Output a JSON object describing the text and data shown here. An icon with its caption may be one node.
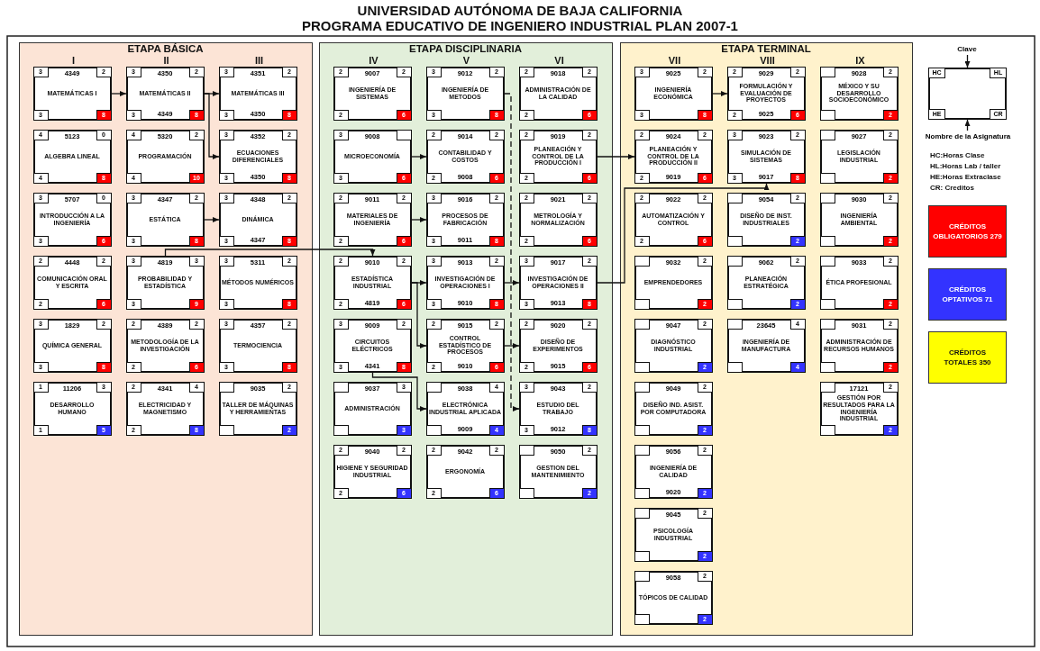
{
  "diagram": {
    "title": "UNIVERSIDAD AUTÓNOMA DE BAJA CALIFORNIA",
    "nodes": [
      {
        "text": [
          "ETAPA BÁSICA",
          "I",
          "II",
          "III"
        ]
      },
      {
        "text": [
          "4349",
          "MATEMÁTICAS I"
        ],
        "in": 0
      },
      {
        "text": [
          "3"
        ],
        "in": 1
      },
      {
        "text": [
          "2"
        ],
        "in": 1
      },
      {
        "text": [
          "3"
        ],
        "in": 1
      },
      {
        "text": [
          "8"
        ],
        "in": 1
      },
      {
        "text": [
          "4350",
          "MATEMÁTICAS II",
          "4349"
        ],
        "in": 0
      },
      {
        "text": [
          "3"
        ],
        "in": 6
      },
      {
        "text": [
          "2"
        ],
        "in": 6
      },
      {
        "text": [
          "3"
        ],
        "in": 6
      },
      {
        "text": [
          "8"
        ],
        "in": 6
      },
      {
        "text": [
          "4351",
          "MATEMÁTICAS III",
          "4350"
        ],
        "in": 0
      },
      {
        "text": [
          "3"
        ],
        "in": 11
      },
      {
        "text": [
          "2"
        ],
        "in": 11
      },
      {
        "text": [
          "3"
        ],
        "in": 11
      },
      {
        "text": [
          "8"
        ],
        "in": 11
      },
      {
        "text": [
          "5123",
          "ALGEBRA LINEAL"
        ],
        "in": 0
      },
      {
        "text": [
          "4"
        ],
        "in": 16
      },
      {
        "text": [
          "0"
        ],
        "in": 16
      },
      {
        "text": [
          "4"
        ],
        "in": 16
      },
      {
        "text": [
          "8"
        ],
        "in": 16
      },
      {
        "text": [
          "5320",
          "PROGRAMACIÓN"
        ],
        "in": 0
      },
      {
        "text": [
          "4"
        ],
        "in": 21
      },
      {
        "text": [
          "2"
        ],
        "in": 21
      },
      {
        "text": [
          "4"
        ],
        "in": 21
      },
      {
        "text": [
          "10"
        ],
        "in": 21
      },
      {
        "text": [
          "4352",
          "ECUACIONES DIFERENCIALES",
          "4350"
        ],
        "in": 0
      },
      {
        "text": [
          "3"
        ],
        "in": 26
      },
      {
        "text": [
          "2"
        ],
        "in": 26
      },
      {
        "text": [
          "3"
        ],
        "in": 26
      },
      {
        "text": [
          "8"
        ],
        "in": 26
      },
      {
        "text": [
          "5707",
          "INTRODUCCIÓN A LA INGENIERÍA"
        ],
        "in": 0
      },
      {
        "text": [
          "3"
        ],
        "in": 31
      },
      {
        "text": [
          "0"
        ],
        "in": 31
      },
      {
        "text": [
          "3"
        ],
        "in": 31
      },
      {
        "text": [
          "6"
        ],
        "in": 31
      },
      {
        "text": [
          "4347",
          "ESTÁTICA"
        ],
        "in": 0
      },
      {
        "text": [
          "3"
        ],
        "in": 36
      },
      {
        "text": [
          "2"
        ],
        "in": 36
      },
      {
        "text": [
          "3"
        ],
        "in": 36
      },
      {
        "text": [
          "8"
        ],
        "in": 36
      },
      {
        "text": [
          "4348",
          "DINÁMICA",
          "4347"
        ],
        "in": 0
      },
      {
        "text": [
          "3"
        ],
        "in": 41
      },
      {
        "text": [
          "2"
        ],
        "in": 41
      },
      {
        "text": [
          "3"
        ],
        "in": 41
      },
      {
        "text": [
          "8"
        ],
        "in": 41
      },
      {
        "text": [
          "4448",
          "COMUNICACIÓN ORAL Y ESCRITA"
        ],
        "in": 0
      },
      {
        "text": [
          "2"
        ],
        "in": 46
      },
      {
        "text": [
          "2"
        ],
        "in": 46
      },
      {
        "text": [
          "2"
        ],
        "in": 46
      },
      {
        "text": [
          "6"
        ],
        "in": 46
      },
      {
        "text": [
          "4819",
          "PROBABILIDAD Y ESTADÍSTICA"
        ],
        "in": 0
      },
      {
        "text": [
          "3"
        ],
        "in": 51
      },
      {
        "text": [
          "3"
        ],
        "in": 51
      },
      {
        "text": [
          "3"
        ],
        "in": 51
      },
      {
        "text": [
          "9"
        ],
        "in": 51
      },
      {
        "text": [
          "5311",
          "MÉTODOS NUMÉRICOS"
        ],
        "in": 0
      },
      {
        "text": [
          "3"
        ],
        "in": 56
      },
      {
        "text": [
          "2"
        ],
        "in": 56
      },
      {
        "text": [
          "3"
        ],
        "in": 56
      },
      {
        "text": [
          "8"
        ],
        "in": 56
      },
      {
        "text": [
          "1829",
          "QUÍMICA GENERAL"
        ],
        "in": 0
      },
      {
        "text": [
          "3"
        ],
        "in": 61
      },
      {
        "text": [
          "2"
        ],
        "in": 61
      },
      {
        "text": [
          "3"
        ],
        "in": 61
      },
      {
        "text": [
          "8"
        ],
        "in": 61
      },
      {
        "text": [
          "4389",
          "METODOLOGÍA DE LA INVESTIGACIÓN"
        ],
        "in": 0
      },
      {
        "text": [
          "2"
        ],
        "in": 66
      },
      {
        "text": [
          "2"
        ],
        "in": 66
      },
      {
        "text": [
          "2"
        ],
        "in": 66
      },
      {
        "text": [
          "6"
        ],
        "in": 66
      },
      {
        "text": [
          "4357",
          "TERMOCIENCIA"
        ],
        "in": 0
      },
      {
        "text": [
          "3"
        ],
        "in": 71
      },
      {
        "text": [
          "2"
        ],
        "in": 71
      },
      {
        "text": [
          "3"
        ],
        "in": 71
      },
      {
        "text": [
          "8"
        ],
        "in": 71
      },
      {
        "text": [
          "11206",
          "DESARROLLO HUMANO"
        ],
        "in": 0
      },
      {
        "text": [
          "1"
        ],
        "in": 76
      },
      {
        "text": [
          "3"
        ],
        "in": 76
      },
      {
        "text": [
          "1"
        ],
        "in": 76
      },
      {
        "text": [
          "5"
        ],
        "in": 76
      },
      {
        "text": [
          "4341",
          "ELECTRICIDAD Y MAGNETISMO"
        ],
        "in": 0
      },
      {
        "text": [
          "2"
        ],
        "in": 81
      },
      {
        "text": [
          "4"
        ],
        "in": 81
      },
      {
        "text": [
          "2"
        ],
        "in": 81
      },
      {
        "text": [
          "8"
        ],
        "in": 81
      },
      {
        "text": [
          "9035",
          "TALLER DE MÁQUINAS Y HERRAMIENTAS"
        ],
        "in": 0
      },
      {
        "text": [],
        "shape": "box",
        "in": 86
      },
      {
        "text": [
          "2"
        ],
        "in": 86
      },
      {
        "text": [],
        "shape": "box",
        "in": 86
      },
      {
        "text": [
          "2"
        ],
        "in": 86
      },
      {
        "text": [
          "ETAPA DISCIPLINARIA",
          "IV",
          "V",
          "VI"
        ]
      },
      {
        "text": [
          "9007",
          "INGENIERÍA DE SISTEMAS"
        ],
        "in": 91
      },
      {
        "text": [
          "2"
        ],
        "in": 92
      },
      {
        "text": [
          "2"
        ],
        "in": 92
      },
      {
        "text": [
          "2"
        ],
        "in": 92
      },
      {
        "text": [
          "6"
        ],
        "in": 92
      },
      {
        "text": [
          "9012",
          "INGENIERÍA DE METODOS"
        ],
        "in": 91
      },
      {
        "text": [
          "3"
        ],
        "in": 97
      },
      {
        "text": [
          "2"
        ],
        "in": 97
      },
      {
        "text": [
          "3"
        ],
        "in": 97
      },
      {
        "text": [
          "8"
        ],
        "in": 97
      },
      {
        "text": [
          "9018",
          "ADMINISTRACIÓN DE LA CALIDAD"
        ],
        "in": 91
      },
      {
        "text": [
          "2"
        ],
        "in": 102
      },
      {
        "text": [
          "2"
        ],
        "in": 102
      },
      {
        "text": [
          "2"
        ],
        "in": 102
      },
      {
        "text": [
          "6"
        ],
        "in": 102
      },
      {
        "text": [
          "9008",
          "MICROECONOMÍA"
        ],
        "in": 91
      },
      {
        "text": [
          "3"
        ],
        "in": 107
      },
      {
        "text": [],
        "shape": "box",
        "in": 107
      },
      {
        "text": [
          "3"
        ],
        "in": 107
      },
      {
        "text": [
          "6"
        ],
        "in": 107
      },
      {
        "text": [
          "9014",
          "CONTABILIDAD Y COSTOS",
          "9008"
        ],
        "in": 91
      },
      {
        "text": [
          "2"
        ],
        "in": 112
      },
      {
        "text": [
          "2"
        ],
        "in": 112
      },
      {
        "text": [
          "2"
        ],
        "in": 112
      },
      {
        "text": [
          "6"
        ],
        "in": 112
      },
      {
        "text": [
          "9019",
          "PLANEACIÓN Y CONTROL DE LA PRODUCCIÓN I"
        ],
        "in": 91
      },
      {
        "text": [
          "2"
        ],
        "in": 117
      },
      {
        "text": [
          "2"
        ],
        "in": 117
      },
      {
        "text": [
          "2"
        ],
        "in": 117
      },
      {
        "text": [
          "6"
        ],
        "in": 117
      },
      {
        "text": [
          "9011",
          "MATERIALES DE INGENIERÍA"
        ],
        "in": 91
      },
      {
        "text": [
          "2"
        ],
        "in": 122
      },
      {
        "text": [
          "2"
        ],
        "in": 122
      },
      {
        "text": [
          "2"
        ],
        "in": 122
      },
      {
        "text": [
          "6"
        ],
        "in": 122
      },
      {
        "text": [
          "9016",
          "PROCESOS DE FABRICACIÓN",
          "9011"
        ],
        "in": 91
      },
      {
        "text": [
          "3"
        ],
        "in": 127
      },
      {
        "text": [
          "2"
        ],
        "in": 127
      },
      {
        "text": [
          "3"
        ],
        "in": 127
      },
      {
        "text": [
          "8"
        ],
        "in": 127
      },
      {
        "text": [
          "9021",
          "METROLOGÍA Y NORMALIZACIÓN"
        ],
        "in": 91
      },
      {
        "text": [
          "2"
        ],
        "in": 132
      },
      {
        "text": [
          "2"
        ],
        "in": 132
      },
      {
        "text": [
          "2"
        ],
        "in": 132
      },
      {
        "text": [
          "6"
        ],
        "in": 132
      },
      {
        "text": [
          "9010",
          "ESTADÍSTICA INDUSTRIAL",
          "4819"
        ],
        "in": 91
      },
      {
        "text": [
          "2"
        ],
        "in": 137
      },
      {
        "text": [
          "2"
        ],
        "in": 137
      },
      {
        "text": [
          "2"
        ],
        "in": 137
      },
      {
        "text": [
          "6"
        ],
        "in": 137
      },
      {
        "text": [
          "9013",
          "INVESTIGACIÓN DE OPERACIONES I",
          "9010"
        ],
        "in": 91
      },
      {
        "text": [
          "3"
        ],
        "in": 142
      },
      {
        "text": [
          "2"
        ],
        "in": 142
      },
      {
        "text": [
          "3"
        ],
        "in": 142
      },
      {
        "text": [
          "8"
        ],
        "in": 142
      },
      {
        "text": [
          "9017",
          "INVESTIGACIÓN DE OPERACIONES II",
          "9013"
        ],
        "in": 91
      },
      {
        "text": [
          "3"
        ],
        "in": 147
      },
      {
        "text": [
          "2"
        ],
        "in": 147
      },
      {
        "text": [
          "3"
        ],
        "in": 147
      },
      {
        "text": [
          "8"
        ],
        "in": 147
      },
      {
        "text": [
          "9009",
          "CIRCUITOS ELÉCTRICOS",
          "4341"
        ],
        "in": 91
      },
      {
        "text": [
          "3"
        ],
        "in": 152
      },
      {
        "text": [
          "2"
        ],
        "in": 152
      },
      {
        "text": [
          "3"
        ],
        "in": 152
      },
      {
        "text": [
          "8"
        ],
        "in": 152
      },
      {
        "text": [
          "9015",
          "CONTROL ESTADÍSTICO DE PROCESOS",
          "9010"
        ],
        "in": 91
      },
      {
        "text": [
          "2"
        ],
        "in": 157
      },
      {
        "text": [
          "2"
        ],
        "in": 157
      },
      {
        "text": [
          "2"
        ],
        "in": 157
      },
      {
        "text": [
          "6"
        ],
        "in": 157
      },
      {
        "text": [
          "9020",
          "DISEÑO DE EXPERIMENTOS",
          "9015"
        ],
        "in": 91
      },
      {
        "text": [
          "2"
        ],
        "in": 162
      },
      {
        "text": [
          "2"
        ],
        "in": 162
      },
      {
        "text": [
          "2"
        ],
        "in": 162
      },
      {
        "text": [
          "6"
        ],
        "in": 162
      },
      {
        "text": [
          "9037",
          "ADMINISTRACIÓN"
        ],
        "in": 91
      },
      {
        "text": [],
        "shape": "box",
        "in": 167
      },
      {
        "text": [
          "3"
        ],
        "in": 167
      },
      {
        "text": [],
        "shape": "box",
        "in": 167
      },
      {
        "text": [
          "3"
        ],
        "in": 167
      },
      {
        "text": [
          "9038",
          "ELECTRÓNICA INDUSTRIAL APLICADA",
          "9009"
        ],
        "in": 91
      },
      {
        "text": [],
        "shape": "box",
        "in": 172
      },
      {
        "text": [
          "4"
        ],
        "in": 172
      },
      {
        "text": [],
        "shape": "box",
        "in": 172
      },
      {
        "text": [
          "4"
        ],
        "in": 172
      },
      {
        "text": [
          "9043",
          "ESTUDIO DEL TRABAJO",
          "9012"
        ],
        "in": 91
      },
      {
        "text": [
          "3"
        ],
        "in": 177
      },
      {
        "text": [
          "2"
        ],
        "in": 177
      },
      {
        "text": [
          "3"
        ],
        "in": 177
      },
      {
        "text": [
          "8"
        ],
        "in": 177
      },
      {
        "text": [
          "9040",
          "HIGIENE Y SEGURIDAD INDUSTRIAL"
        ],
        "in": 91
      },
      {
        "text": [
          "2"
        ],
        "in": 182
      },
      {
        "text": [
          "2"
        ],
        "in": 182
      },
      {
        "text": [
          "2"
        ],
        "in": 182
      },
      {
        "text": [
          "6"
        ],
        "in": 182
      },
      {
        "text": [
          "9042",
          "ERGONOMÍA"
        ],
        "in": 91
      },
      {
        "text": [
          "2"
        ],
        "in": 187
      },
      {
        "text": [
          "2"
        ],
        "in": 187
      },
      {
        "text": [
          "2"
        ],
        "in": 187
      },
      {
        "text": [
          "6"
        ],
        "in": 187
      },
      {
        "text": [
          "9050",
          "GESTION DEL MANTENIMIENTO"
        ],
        "in": 91
      },
      {
        "text": [],
        "shape": "box",
        "in": 192
      },
      {
        "text": [
          "2"
        ],
        "in": 192
      },
      {
        "text": [],
        "shape": "box",
        "in": 192
      },
      {
        "text": [
          "2"
        ],
        "in": 192
      },
      {
        "text": [
          "ETAPA TERMINAL",
          "VII",
          "VIII",
          "IX"
        ]
      },
      {
        "text": [
          "9025",
          "INGENIERÍA ECONÓMICA"
        ],
        "in": 197
      },
      {
        "text": [
          "3"
        ],
        "in": 198
      },
      {
        "text": [
          "2"
        ],
        "in": 198
      },
      {
        "text": [
          "3"
        ],
        "in": 198
      },
      {
        "text": [
          "8"
        ],
        "in": 198
      },
      {
        "text": [
          "9029",
          "FORMULACIÓN Y EVALUACIÓN DE PROYECTOS",
          "9025"
        ],
        "in": 197
      },
      {
        "text": [
          "2"
        ],
        "in": 203
      },
      {
        "text": [
          "2"
        ],
        "in": 203
      },
      {
        "text": [
          "2"
        ],
        "in": 203
      },
      {
        "text": [
          "6"
        ],
        "in": 203
      },
      {
        "text": [
          "9028",
          "MÉXICO Y SU DESARROLLO SOCIOECONÓMICO"
        ],
        "in": 197
      },
      {
        "text": [],
        "shape": "box",
        "in": 208
      },
      {
        "text": [
          "2"
        ],
        "in": 208
      },
      {
        "text": [],
        "shape": "box",
        "in": 208
      },
      {
        "text": [
          "2"
        ],
        "in": 208
      },
      {
        "text": [
          "9024",
          "PLANEACIÓN Y CONTROL DE LA PRODUCCIÓN II",
          "9019"
        ],
        "in": 197
      },
      {
        "text": [
          "2"
        ],
        "in": 213
      },
      {
        "text": [
          "2"
        ],
        "in": 213
      },
      {
        "text": [
          "2"
        ],
        "in": 213
      },
      {
        "text": [
          "6"
        ],
        "in": 213
      },
      {
        "text": [
          "9023",
          "SIMULACIÓN DE SISTEMAS",
          "9017"
        ],
        "in": 197
      },
      {
        "text": [
          "3"
        ],
        "in": 218
      },
      {
        "text": [
          "2"
        ],
        "in": 218
      },
      {
        "text": [
          "3"
        ],
        "in": 218
      },
      {
        "text": [
          "8"
        ],
        "in": 218
      },
      {
        "text": [
          "9027",
          "LEGISLACIÓN INDUSTRIAL"
        ],
        "in": 197
      },
      {
        "text": [],
        "shape": "box",
        "in": 223
      },
      {
        "text": [
          "2"
        ],
        "in": 223
      },
      {
        "text": [],
        "shape": "box",
        "in": 223
      },
      {
        "text": [
          "2"
        ],
        "in": 223
      },
      {
        "text": [
          "9022",
          "AUTOMATIZACIÓN Y CONTROL"
        ],
        "in": 197
      },
      {
        "text": [
          "2"
        ],
        "in": 228
      },
      {
        "text": [
          "2"
        ],
        "in": 228
      },
      {
        "text": [
          "2"
        ],
        "in": 228
      },
      {
        "text": [
          "6"
        ],
        "in": 228
      },
      {
        "text": [
          "9054",
          "DISEÑO DE INST. INDUSTRIALES"
        ],
        "in": 197
      },
      {
        "text": [],
        "shape": "box",
        "in": 233
      },
      {
        "text": [
          "2"
        ],
        "in": 233
      },
      {
        "text": [],
        "shape": "box",
        "in": 233
      },
      {
        "text": [
          "2"
        ],
        "in": 233
      },
      {
        "text": [
          "9030",
          "INGENIERÍA AMBIENTAL"
        ],
        "in": 197
      },
      {
        "text": [],
        "shape": "box",
        "in": 238
      },
      {
        "text": [
          "2"
        ],
        "in": 238
      },
      {
        "text": [],
        "shape": "box",
        "in": 238
      },
      {
        "text": [
          "2"
        ],
        "in": 238
      },
      {
        "text": [
          "9032",
          "EMPRENDEDORES"
        ],
        "in": 197
      },
      {
        "text": [],
        "shape": "box",
        "in": 243
      },
      {
        "text": [
          "2"
        ],
        "in": 243
      },
      {
        "text": [],
        "shape": "box",
        "in": 243
      },
      {
        "text": [
          "2"
        ],
        "in": 243
      },
      {
        "text": [
          "9062",
          "PLANEACIÓN ESTRATÉGICA"
        ],
        "in": 197
      },
      {
        "text": [],
        "shape": "box",
        "in": 248
      },
      {
        "text": [
          "2"
        ],
        "in": 248
      },
      {
        "text": [],
        "shape": "box",
        "in": 248
      },
      {
        "text": [
          "2"
        ],
        "in": 248
      },
      {
        "text": [
          "9033",
          "ÉTICA PROFESIONAL"
        ],
        "in": 197
      },
      {
        "text": [],
        "shape": "box",
        "in": 253
      },
      {
        "text": [
          "2"
        ],
        "in": 253
      },
      {
        "text": [],
        "shape": "box",
        "in": 253
      },
      {
        "text": [
          "2"
        ],
        "in": 253
      },
      {
        "text": [
          "9047",
          "DIAGNÓSTICO INDUSTRIAL"
        ],
        "in": 197
      },
      {
        "text": [],
        "shape": "box",
        "in": 258
      },
      {
        "text": [
          "2"
        ],
        "in": 258
      },
      {
        "text": [],
        "shape": "box",
        "in": 258
      },
      {
        "text": [
          "2"
        ],
        "in": 258
      },
      {
        "text": [
          "23645",
          "INGENIERÍA DE MANUFACTURA"
        ],
        "in": 197
      },
      {
        "text": [],
        "shape": "box",
        "in": 263
      },
      {
        "text": [
          "4"
        ],
        "in": 263
      },
      {
        "text": [],
        "shape": "box",
        "in": 263
      },
      {
        "text": [
          "4"
        ],
        "in": 263
      },
      {
        "text": [
          "9031",
          "ADMINISTRACIÓN DE RECURSOS HUMANOS"
        ],
        "in": 197
      },
      {
        "text": [],
        "shape": "box",
        "in": 268
      },
      {
        "text": [
          "2"
        ],
        "in": 268
      },
      {
        "text": [],
        "shape": "box",
        "in": 268
      },
      {
        "text": [
          "2"
        ],
        "in": 268
      },
      {
        "text": [
          "9049",
          "DISEÑO IND. ASIST. POR COMPUTADORA"
        ],
        "in": 197
      },
      {
        "text": [],
        "shape": "box",
        "in": 273
      },
      {
        "text": [
          "2"
        ],
        "in": 273
      },
      {
        "text": [],
        "shape": "box",
        "in": 273
      },
      {
        "text": [
          "2"
        ],
        "in": 273
      },
      {
        "text": [
          "17121",
          "GESTIÓN POR RESULTADOS PARA LA INGENIERÍA INDUSTRIAL"
        ],
        "in": 197
      },
      {
        "text": [],
        "shape": "box",
        "in": 278
      },
      {
        "text": [
          "2"
        ],
        "in": 278
      },
      {
        "text": [],
        "shape": "box",
        "in": 278
      },
      {
        "text": [
          "2"
        ],
        "in": 278
      },
      {
        "text": [
          "9056",
          "INGENIERÍA DE CALIDAD",
          "9020"
        ],
        "in": 197
      },
      {
        "text": [],
        "shape": "box",
        "in": 283
      },
      {
        "text": [
          "2"
        ],
        "in": 283
      },
      {
        "text": [],
        "shape": "box",
        "in": 283
      },
      {
        "text": [
          "2"
        ],
        "in": 283
      },
      {
        "text": [
          "9045",
          "PSICOLOGÍA INDUSTRIAL"
        ],
        "in": 197
      },
      {
        "text": [],
        "shape": "box",
        "in": 288
      },
      {
        "text": [
          "2"
        ],
        "in": 288
      },
      {
        "text": [],
        "shape": "box",
        "in": 288
      },
      {
        "text": [
          "2"
        ],
        "in": 288
      },
      {
        "text": [
          "9058",
          "TÓPICOS DE CALIDAD"
        ],
        "in": 197
      },
      {
        "text": [],
        "shape": "box",
        "in": 293
      },
      {
        "text": [
          "2"
        ],
        "in": 293
      },
      {
        "text": [],
        "shape": "box",
        "in": 293
      },
      {
        "text": [
          "2"
        ],
        "in": 293
      },
      {
        "text": [],
        "shape": "box"
      },
      {
        "text": [
          "HC"
        ],
        "in": 298
      },
      {
        "text": [
          "HL"
        ],
        "in": 298
      },
      {
        "text": [
          "HE"
        ],
        "in": 298
      },
      {
        "text": [
          "CR"
        ],
        "in": 298
      },
      {
        "text": [
          "Clave"
        ]
      },
      {
        "text": [
          "Nombre de la Asignatura"
        ]
      }
    ],
    "edges": [
      {
        "from": 1,
        "to": 6,
        "arrow": "to"
      },
      {
        "from": 6,
        "to": 11,
        "arrow": "to"
      },
      {
        "from": 6,
        "to": 26,
        "arrow": "to"
      },
      {
        "from": 36,
        "to": 41,
        "arrow": "to"
      },
      {
        "from": 51,
        "to": 137,
        "arrow": "to"
      },
      {
        "from": 107,
        "to": 112,
        "arrow": "to"
      },
      {
        "from": 122,
        "to": 127,
        "arrow": "to"
      },
      {
        "from": 137,
        "to": 142,
        "arrow": "to"
      },
      {
        "from": 137,
        "to": 157,
        "arrow": "to"
      },
      {
        "from": 152,
        "to": 172,
        "arrow": "to"
      },
      {
        "from": 142,
        "to": 147,
        "arrow": "to"
      },
      {
        "from": 157,
        "to": 162,
        "arrow": "to"
      },
      {
        "from": 97,
        "to": 177,
        "arrow": "to",
        "style": "dashed"
      },
      {
        "from": 117,
        "to": 213,
        "arrow": "to"
      },
      {
        "from": 147,
        "to": 218,
        "arrow": "to"
      },
      {
        "from": 198,
        "to": 203,
        "arrow": "to"
      },
      {
        "from": 303,
        "to": 298,
        "arrow": "to"
      },
      {
        "from": 304,
        "to": 298,
        "arrow": "to"
      }
    ],
    "labels": [
      "PROGRAMA EDUCATIVO DE INGENIERO INDUSTRIAL PLAN 2007-1",
      "HC:Horas Clase",
      "HL:Horas Lab / taller",
      "HE:Horas Extraclase",
      "CR: Creditos"
    ],
    "legend": [
      {
        "text": "CRÉDITOS OBLIGATORIOS 279",
        "color": "#ff0000"
      },
      {
        "text": "CRÉDITOS OPTATIVOS 71",
        "color": "#3333ff"
      },
      {
        "text": "CRÉDITOS TOTALES 350",
        "color": "#ffff00"
      }
    ]
  }
}
